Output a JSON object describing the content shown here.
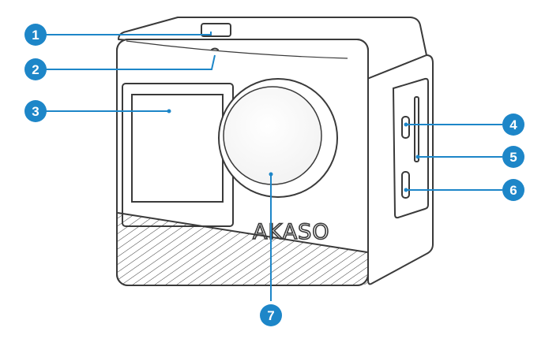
{
  "brand": "AKASO",
  "colors": {
    "callout": "#1d86c8",
    "outline": "#3a3a3a",
    "body": "#ffffff"
  },
  "callouts": [
    {
      "id": "1",
      "label": "1"
    },
    {
      "id": "2",
      "label": "2"
    },
    {
      "id": "3",
      "label": "3"
    },
    {
      "id": "4",
      "label": "4"
    },
    {
      "id": "5",
      "label": "5"
    },
    {
      "id": "6",
      "label": "6"
    },
    {
      "id": "7",
      "label": "7"
    }
  ]
}
